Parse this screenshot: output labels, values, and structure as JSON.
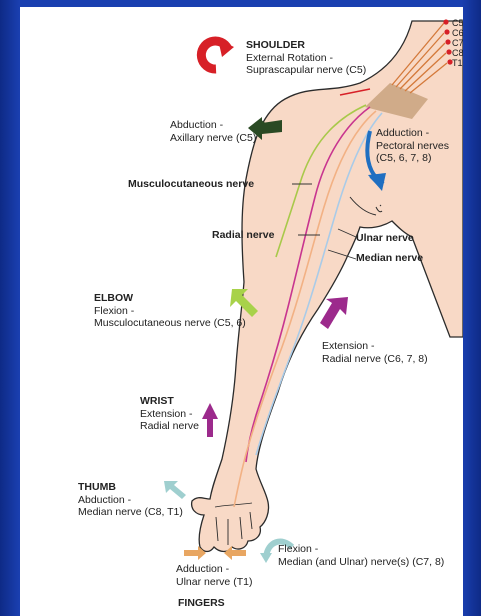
{
  "shoulder": {
    "title": "SHOULDER",
    "line1": "External Rotation -",
    "line2": "Suprascapular nerve (C5)"
  },
  "abduction": {
    "line1": "Abduction -",
    "line2": "Axillary nerve (C5)"
  },
  "adduction": {
    "line1": "Adduction -",
    "line2": "Pectoral nerves",
    "line3": "(C5, 6, 7, 8)"
  },
  "nerves": {
    "musculocutaneous": "Musculocutaneous nerve",
    "radial": "Radial nerve",
    "ulnar": "Ulnar nerve",
    "median": "Median nerve"
  },
  "elbow": {
    "title": "ELBOW",
    "line1": "Flexion -",
    "line2": "Musculocutaneous nerve (C5, 6)"
  },
  "extension": {
    "line1": "Extension -",
    "line2": "Radial nerve (C6, 7, 8)"
  },
  "wrist": {
    "title": "WRIST",
    "line1": "Extension -",
    "line2": "Radial nerve"
  },
  "thumb": {
    "title": "THUMB",
    "line1": "Abduction -",
    "line2": "Median nerve (C8, T1)"
  },
  "fingers": {
    "flexion_line1": "Flexion -",
    "flexion_line2": "Median (and Ulnar) nerve(s) (C7, 8)",
    "adduction_line1": "Adduction -",
    "adduction_line2": "Ulnar nerve (T1)",
    "title": "FINGERS"
  },
  "roots": [
    "C5",
    "C6",
    "C7",
    "C8",
    "T1"
  ],
  "colors": {
    "skin": "#f8d9c6",
    "skin_outline": "#2b2b2b",
    "red": "#d72027",
    "dark_green": "#2a4a24",
    "blue": "#1f6fc1",
    "light_green": "#a8d24a",
    "magenta": "#9c2a8c",
    "teal": "#9fcfcf",
    "orange": "#e8a662",
    "nerve_musculocutaneous": "#a8c94a",
    "nerve_radial": "#c8358f",
    "nerve_median": "#f2b184",
    "nerve_ulnar": "#a9cbe8",
    "plexus": "#c9a27e"
  }
}
